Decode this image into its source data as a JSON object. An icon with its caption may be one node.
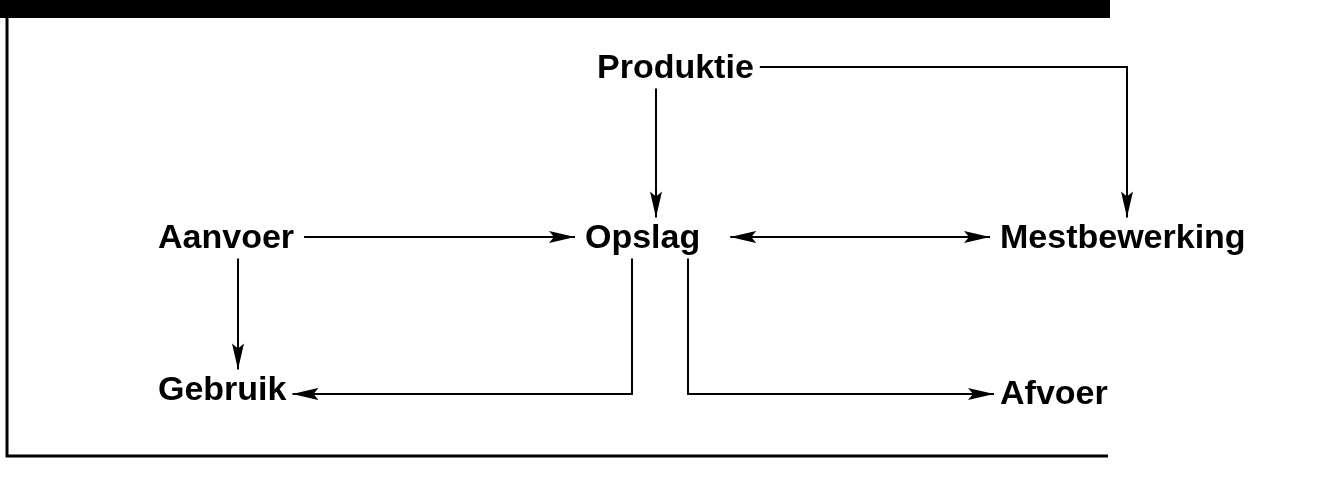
{
  "diagram": {
    "nodes": [
      {
        "text": [
          "Produktie"
        ]
      },
      {
        "text": [
          "Aanvoer"
        ]
      },
      {
        "text": [
          "Opslag"
        ]
      },
      {
        "text": [
          "Mestbewerking"
        ]
      },
      {
        "text": [
          "Gebruik"
        ]
      },
      {
        "text": [
          "Afvoer"
        ]
      }
    ],
    "edges": [
      {
        "from": 0,
        "to": 2,
        "arrow": "to"
      },
      {
        "from": 0,
        "to": 3,
        "arrow": "to"
      },
      {
        "from": 1,
        "to": 2,
        "arrow": "to"
      },
      {
        "from": 2,
        "to": 3,
        "arrow": "both"
      },
      {
        "from": 1,
        "to": 4,
        "arrow": "to"
      },
      {
        "from": 2,
        "to": 4,
        "arrow": "to"
      },
      {
        "from": 2,
        "to": 5,
        "arrow": "to"
      }
    ]
  }
}
